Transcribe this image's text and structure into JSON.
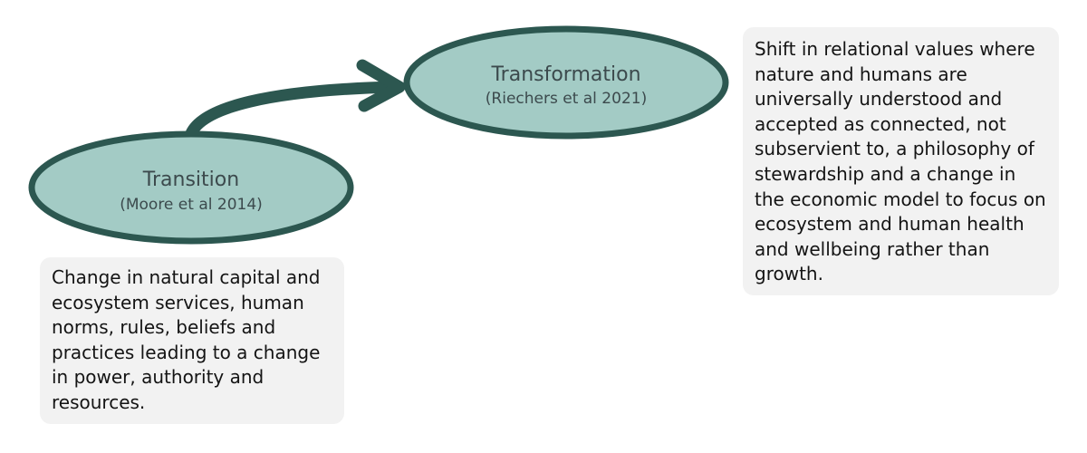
{
  "diagram": {
    "colors": {
      "node_fill": "#a3cbc5",
      "node_stroke": "#2c5750",
      "arrow": "#2c5750",
      "box_fill": "#f2f2f2",
      "text": "#141414"
    },
    "nodes": [
      {
        "id": "transition",
        "title": "Transition",
        "citation": "(Moore et al 2014)"
      },
      {
        "id": "transformation",
        "title": "Transformation",
        "citation": "(Riechers et al 2021)"
      }
    ],
    "edges": [
      {
        "from": "transition",
        "to": "transformation",
        "type": "curved-arrow"
      }
    ],
    "descriptions": {
      "transition": "Change in natural capital and ecosystem services, human norms, rules, beliefs and practices leading to a change in power, authority and resources.",
      "transformation": "Shift in relational values where nature and humans are universally understood and accepted as connected, not subservient to, a philosophy of stewardship and a change in the economic model to focus on ecosystem and human health and wellbeing rather than growth."
    }
  }
}
